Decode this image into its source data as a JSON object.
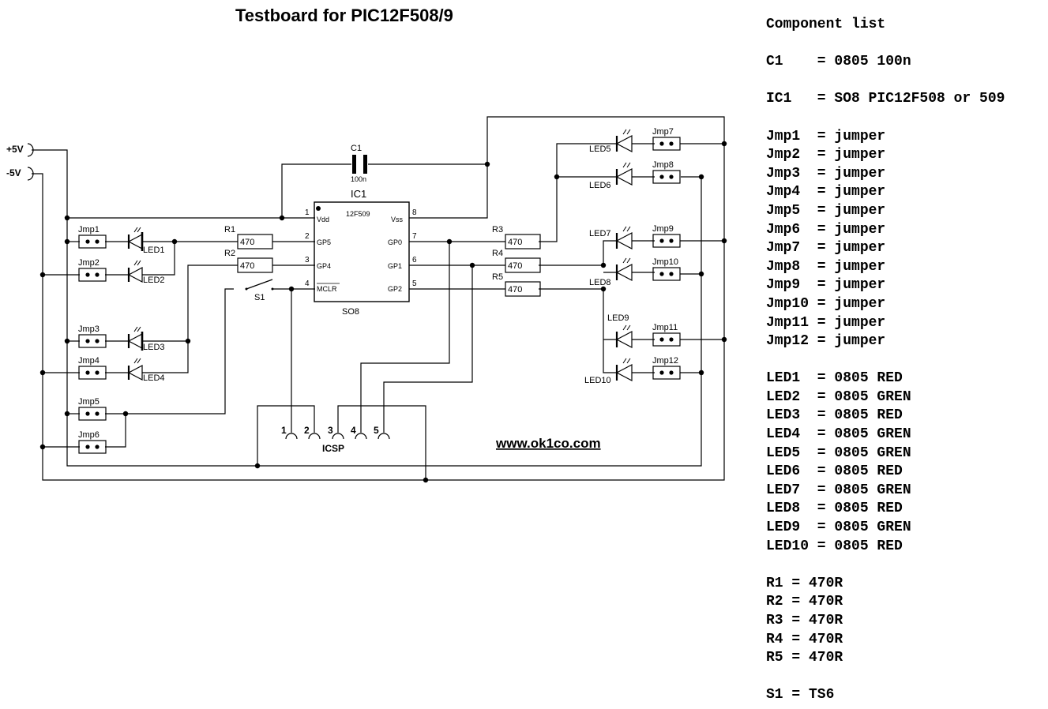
{
  "title": "Testboard for PIC12F508/9",
  "website": "www.ok1co.com",
  "power": {
    "plus": "+5V",
    "minus": "-5V"
  },
  "ic": {
    "ref": "IC1",
    "part": "12F509",
    "package": "SO8",
    "pins": [
      {
        "num": "1",
        "name": "Vdd"
      },
      {
        "num": "2",
        "name": "GP5"
      },
      {
        "num": "3",
        "name": "GP4"
      },
      {
        "num": "4",
        "name": "MCLR"
      },
      {
        "num": "8",
        "name": "Vss"
      },
      {
        "num": "7",
        "name": "GP0"
      },
      {
        "num": "6",
        "name": "GP1"
      },
      {
        "num": "5",
        "name": "GP2"
      }
    ]
  },
  "capacitor": {
    "ref": "C1",
    "value": "100n"
  },
  "resistors": [
    {
      "ref": "R1",
      "value": "470"
    },
    {
      "ref": "R2",
      "value": "470"
    },
    {
      "ref": "R3",
      "value": "470"
    },
    {
      "ref": "R4",
      "value": "470"
    },
    {
      "ref": "R5",
      "value": "470"
    }
  ],
  "switch": {
    "ref": "S1"
  },
  "jumpers": [
    "Jmp1",
    "Jmp2",
    "Jmp3",
    "Jmp4",
    "Jmp5",
    "Jmp6",
    "Jmp7",
    "Jmp8",
    "Jmp9",
    "Jmp10",
    "Jmp11",
    "Jmp12"
  ],
  "leds": [
    "LED1",
    "LED2",
    "LED3",
    "LED4",
    "LED5",
    "LED6",
    "LED7",
    "LED8",
    "LED9",
    "LED10"
  ],
  "icsp": {
    "label": "ICSP",
    "pins": [
      "1",
      "2",
      "3",
      "4",
      "5"
    ]
  },
  "component_list": {
    "heading": "Component list",
    "groups": [
      [
        "C1    = 0805 100n"
      ],
      [
        "IC1   = SO8 PIC12F508 or 509"
      ],
      [
        "Jmp1  = jumper",
        "Jmp2  = jumper",
        "Jmp3  = jumper",
        "Jmp4  = jumper",
        "Jmp5  = jumper",
        "Jmp6  = jumper",
        "Jmp7  = jumper",
        "Jmp8  = jumper",
        "Jmp9  = jumper",
        "Jmp10 = jumper",
        "Jmp11 = jumper",
        "Jmp12 = jumper"
      ],
      [
        "LED1  = 0805 RED",
        "LED2  = 0805 GREN",
        "LED3  = 0805 RED",
        "LED4  = 0805 GREN",
        "LED5  = 0805 GREN",
        "LED6  = 0805 RED",
        "LED7  = 0805 GREN",
        "LED8  = 0805 RED",
        "LED9  = 0805 GREN",
        "LED10 = 0805 RED"
      ],
      [
        "R1 = 470R",
        "R2 = 470R",
        "R3 = 470R",
        "R4 = 470R",
        "R5 = 470R"
      ],
      [
        "S1 = TS6"
      ]
    ]
  }
}
